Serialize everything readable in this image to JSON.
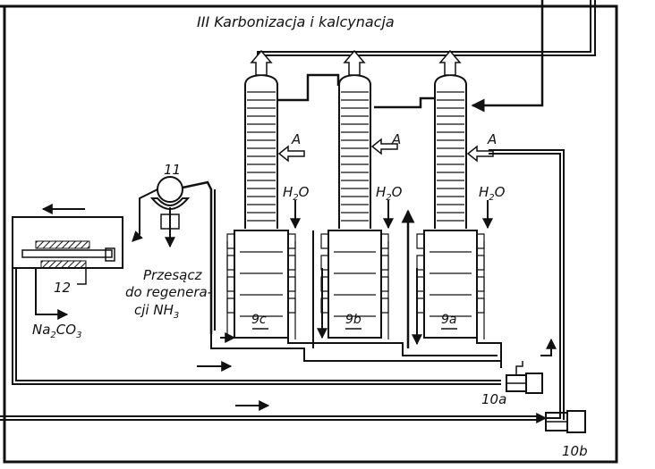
{
  "title": "III  Karbonizacja i kalcynacja",
  "labels": {
    "gas_a": "A",
    "water": "H",
    "water_sub": "2",
    "water_tail": "O",
    "col_9a": "9a",
    "col_9b": "9b",
    "col_9c": "9c",
    "filter": "11",
    "kiln": "12",
    "compressor_a": "10a",
    "compressor_b": "10b",
    "filtrate_line1": "Przesącz",
    "filtrate_line2": "do regenera-",
    "filtrate_line3a": "cji NH",
    "filtrate_line3sub": "3",
    "soda_a": "Na",
    "soda_sub1": "2",
    "soda_b": "CO",
    "soda_sub2": "3"
  },
  "colors": {
    "ink": "#111111",
    "paper": "#ffffff"
  }
}
